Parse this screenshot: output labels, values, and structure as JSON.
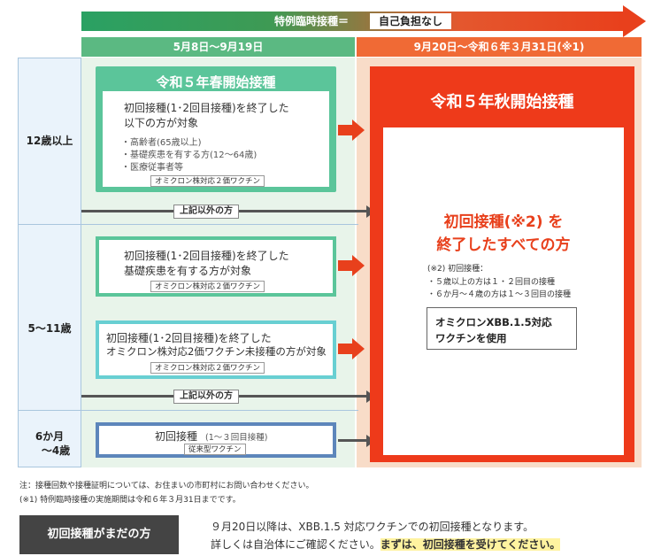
{
  "banner": {
    "label": "特例臨時接種＝",
    "box": "自己負担なし"
  },
  "periods": {
    "green": "5月8日〜9月19日",
    "orange": "9月20日〜令和６年３月31日(※1)"
  },
  "ages": {
    "a12": "12歳以上",
    "a5": "5〜11歳",
    "a6m_1": "6か月",
    "a6m_2": "〜4歳"
  },
  "spring": {
    "title": "令和５年春開始接種",
    "line1": "初回接種(1･2回目接種)を終了した",
    "line2": "以下の方が対象",
    "items": [
      "・高齢者(65歳以上)",
      "・基礎疾患を有する方(12〜64歳)",
      "・医療従事者等"
    ],
    "tag": "オミクロン株対応２価ワクチン"
  },
  "other_label": "上記以外の方",
  "box2": {
    "line1": "初回接種(1･2回目接種)を終了した",
    "line2": "基礎疾患を有する方が対象",
    "tag": "オミクロン株対応２価ワクチン"
  },
  "box3": {
    "line1": "初回接種(1･2回目接種)を終了した",
    "line2": "オミクロン株対応2価ワクチン未接種の方が対象",
    "tag": "オミクロン株対応２価ワクチン"
  },
  "box4": {
    "title": "初回接種",
    "sub": "(1〜３回目接種)",
    "tag": "従来型ワクチン"
  },
  "autumn": {
    "title": "令和５年秋開始接種",
    "main1": "初回接種(※2) を",
    "main2": "終了したすべての方",
    "note_head": "(※2) 初回接種：",
    "note1": "・５歳以上の方は１・２回目の接種",
    "note2": "・６か月〜４歳の方は１〜３回目の接種",
    "xbb1": "オミクロンXBB.1.5対応",
    "xbb2": "ワクチンを使用"
  },
  "notes": {
    "n1": "注：接種回数や接種証明については、お住まいの市町村にお問い合わせください。",
    "n2": "(※1) 特例臨時接種の実施期間は令和６年３月31日までです。"
  },
  "cta": {
    "button": "初回接種がまだの方",
    "line1": "９月20日以降は、XBB.1.5 対応ワクチンでの初回接種となります。",
    "line2a": "詳しくは自治体にご確認ください。",
    "line2b": "まずは、初回接種を受けてください。"
  },
  "colors": {
    "green": "#5bc59a",
    "orange": "#e8401c",
    "teal": "#68cfd2",
    "blue": "#5d86bb"
  }
}
